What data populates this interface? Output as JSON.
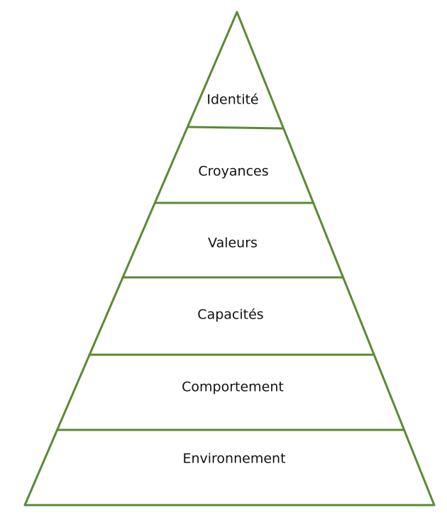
{
  "diagram": {
    "type": "pyramid",
    "line_color": "#5a8a34",
    "levels": [
      {
        "label": "Identité"
      },
      {
        "label": "Croyances"
      },
      {
        "label": "Valeurs"
      },
      {
        "label": "Capacités"
      },
      {
        "label": "Comportement"
      },
      {
        "label": "Environnement"
      }
    ]
  }
}
